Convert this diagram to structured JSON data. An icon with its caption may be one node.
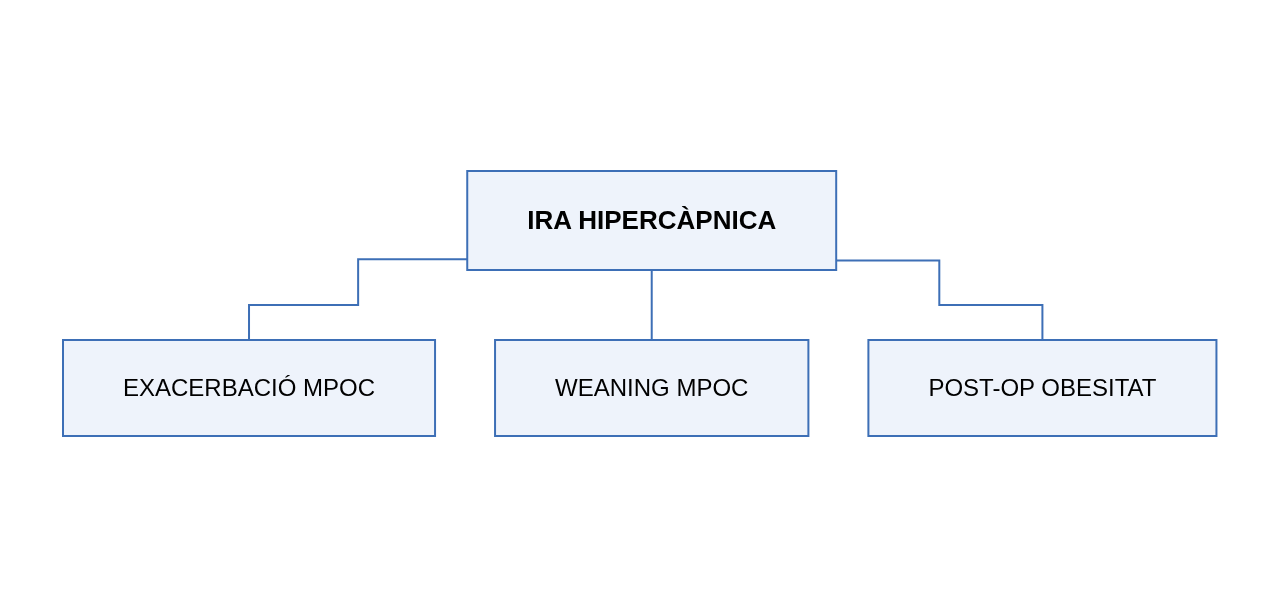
{
  "diagram": {
    "nodes": [
      {
        "text": [
          "IRA HIPERCÀPNICA"
        ]
      },
      {
        "text": [
          "EXACERBACIÓ MPOC"
        ]
      },
      {
        "text": [
          "WEANING MPOC"
        ]
      },
      {
        "text": [
          "POST-OP OBESITAT"
        ]
      }
    ],
    "edges": [
      {
        "from": 0,
        "to": 1,
        "arrow": "none"
      },
      {
        "from": 0,
        "to": 2,
        "arrow": "none"
      },
      {
        "from": 0,
        "to": 3,
        "arrow": "none"
      }
    ]
  }
}
